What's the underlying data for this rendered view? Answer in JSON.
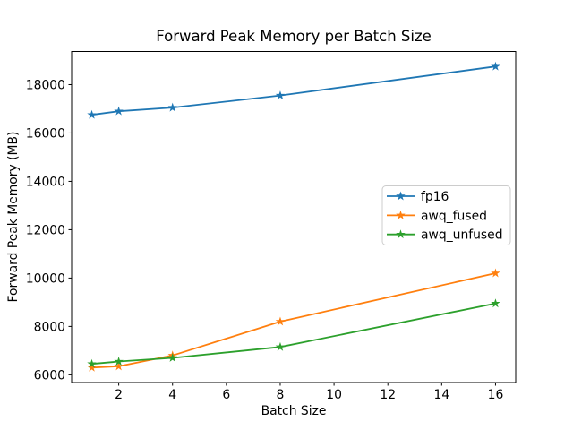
{
  "figure": {
    "background": "#ffffff",
    "text_color": "#000000",
    "axis_color": "#000000"
  },
  "chart_data": {
    "type": "line",
    "title": "Forward Peak Memory per Batch Size",
    "xlabel": "Batch Size",
    "ylabel": "Forward Peak Memory (MB)",
    "x": [
      1,
      2,
      4,
      8,
      16
    ],
    "series": [
      {
        "name": "fp16",
        "color": "#1f77b4",
        "marker": "star",
        "values": [
          16750,
          16900,
          17050,
          17550,
          18750
        ]
      },
      {
        "name": "awq_fused",
        "color": "#ff7f0e",
        "marker": "star",
        "values": [
          6300,
          6350,
          6800,
          8200,
          10200
        ]
      },
      {
        "name": "awq_unfused",
        "color": "#2ca02c",
        "marker": "star",
        "values": [
          6450,
          6550,
          6700,
          7150,
          8950
        ]
      }
    ],
    "xticks": [
      2,
      4,
      6,
      8,
      10,
      12,
      14,
      16
    ],
    "yticks": [
      6000,
      8000,
      10000,
      12000,
      14000,
      16000,
      18000
    ],
    "xlim": [
      0.25,
      16.75
    ],
    "ylim": [
      5680,
      19370
    ],
    "grid": false,
    "legend": {
      "entries": [
        "fp16",
        "awq_fused",
        "awq_unfused"
      ],
      "position": "center-right"
    }
  }
}
